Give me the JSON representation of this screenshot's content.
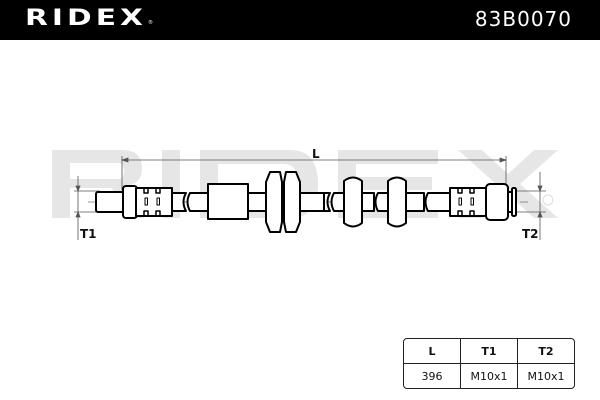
{
  "header": {
    "brand": "RIDEX",
    "brand_mark": "®",
    "part_number": "83B0070"
  },
  "drawing": {
    "watermark": "RIDEX",
    "dimension_labels": {
      "length": "L",
      "thread_1": "T1",
      "thread_2": "T2"
    },
    "icons": [
      "brake-hose-icon",
      "registered-mark-icon"
    ]
  },
  "spec_table": {
    "headers": [
      "L",
      "T1",
      "T2"
    ],
    "rows": [
      [
        "396",
        "M10x1",
        "M10x1"
      ]
    ]
  }
}
